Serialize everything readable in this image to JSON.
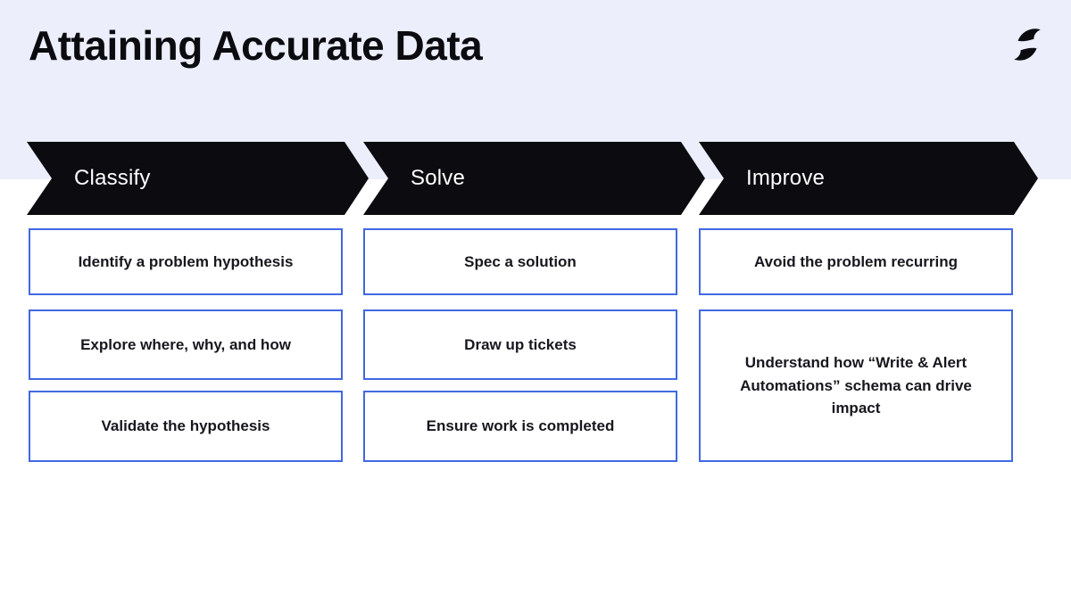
{
  "slide": {
    "title": "Attaining Accurate Data"
  },
  "logo": {
    "name": "brand-logo"
  },
  "pipeline": {
    "stages": [
      {
        "label": "Classify",
        "steps": [
          "Identify a problem hypothesis",
          "Explore where, why, and how",
          "Validate the hypothesis"
        ]
      },
      {
        "label": "Solve",
        "steps": [
          "Spec a solution",
          "Draw up tickets",
          "Ensure work is completed"
        ]
      },
      {
        "label": "Improve",
        "steps": [
          "Avoid the problem recurring",
          "Understand how “Write & Alert Automations” schema can drive impact"
        ]
      }
    ]
  },
  "colors": {
    "page-bg": "#FFFFFF",
    "header-band": "#ECEEFB",
    "arrow": "#0B0B10",
    "accent": "#4169E1",
    "card-bg": "#FFFFFF",
    "title": "#0B0B10",
    "stage-label": "#FFFFFF",
    "step-text": "#17171E"
  }
}
